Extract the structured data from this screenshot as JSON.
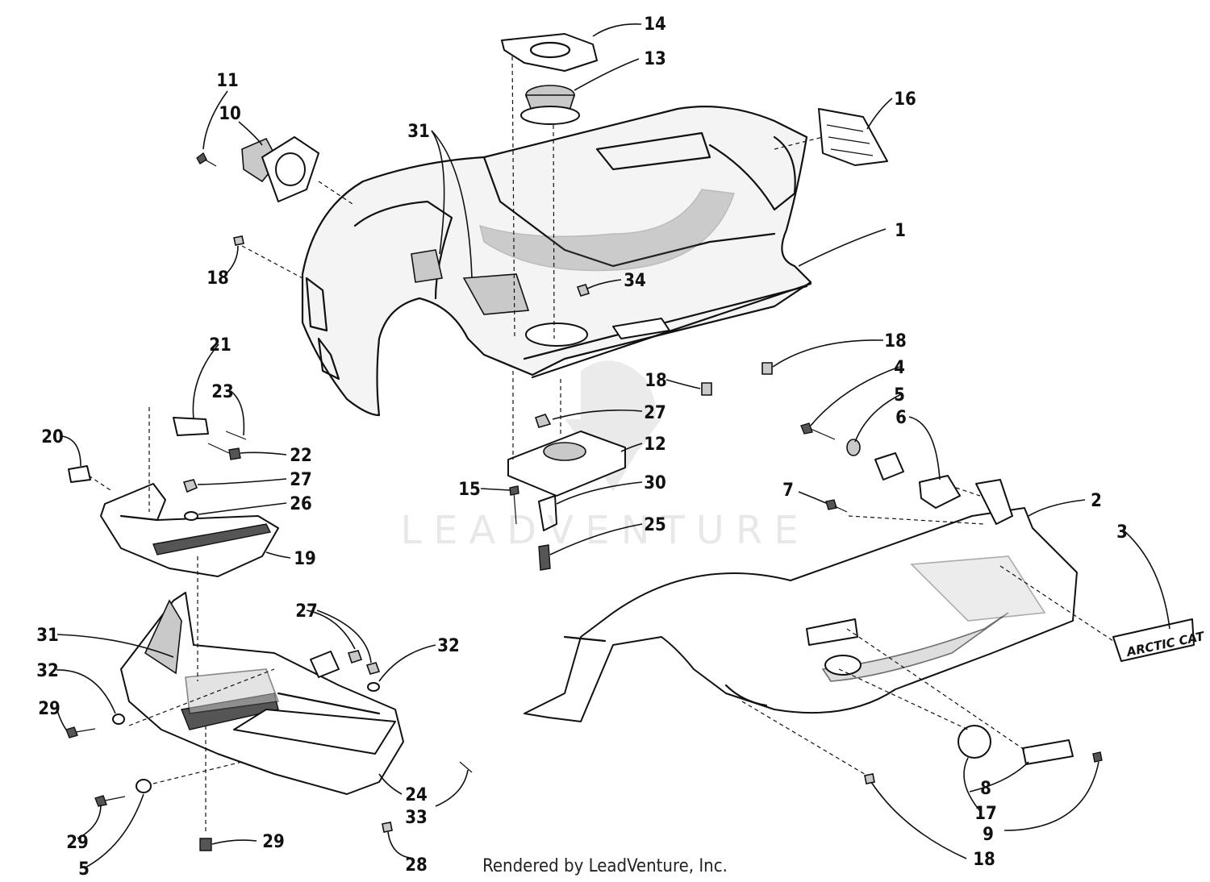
{
  "watermark": "LEADVENTURE",
  "footer_credit": "Rendered by LeadVenture, Inc.",
  "brand_label": "ARCTIC CAT",
  "callouts": [
    "1",
    "2",
    "3",
    "4",
    "5",
    "6",
    "7",
    "8",
    "9",
    "10",
    "11",
    "12",
    "13",
    "14",
    "15",
    "16",
    "17",
    "18",
    "19",
    "20",
    "21",
    "22",
    "23",
    "24",
    "25",
    "26",
    "27",
    "28",
    "29",
    "30",
    "31",
    "32",
    "33",
    "34"
  ],
  "colors": {
    "ink": "#111111",
    "shade": "#c9c9c9",
    "watermark": "#e6e6e6"
  }
}
